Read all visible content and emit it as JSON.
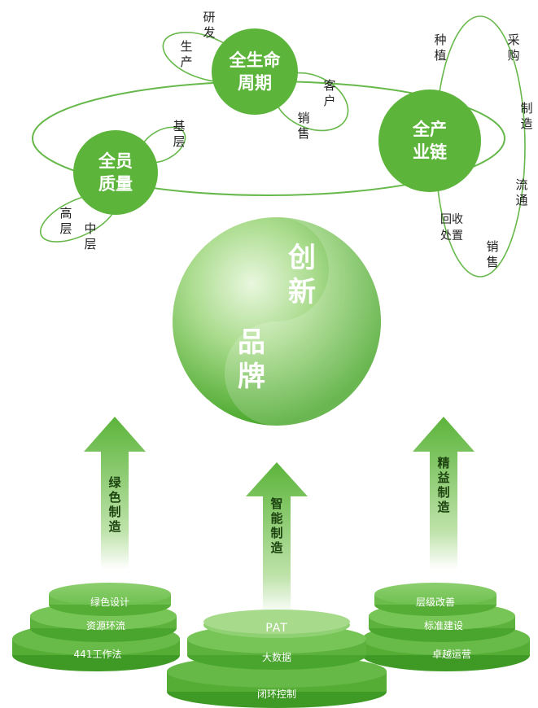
{
  "circles": {
    "lifecycle": "全生命周期",
    "industry_chain": "全产业链",
    "all_staff": "全员质量"
  },
  "lifecycle_nodes": {
    "research": "研发",
    "production": "生产",
    "customer": "客户",
    "sales": "销售"
  },
  "chain_nodes": {
    "planting": "种植",
    "purchasing": "采购",
    "manufacturing": "制造",
    "circulation": "流通",
    "sales": "销售",
    "recycling": "回收处置"
  },
  "staff_nodes": {
    "grassroots": "基层",
    "middle": "中层",
    "senior": "高层"
  },
  "center_sphere": {
    "innovation": "创新",
    "brand": "品牌"
  },
  "arrows": {
    "left": "绿色制造",
    "middle": "智能制造",
    "right": "精益制造"
  },
  "platforms": {
    "left": [
      "绿色设计",
      "资源环流",
      "441工作法"
    ],
    "middle": [
      "PAT",
      "大数据",
      "闭环控制"
    ],
    "right": [
      "层级改善",
      "标准建设",
      "卓越运营"
    ]
  },
  "colors": {
    "primary_green": "#5cb43b",
    "light_green": "#a8da8c",
    "line_green": "#66b84a"
  }
}
